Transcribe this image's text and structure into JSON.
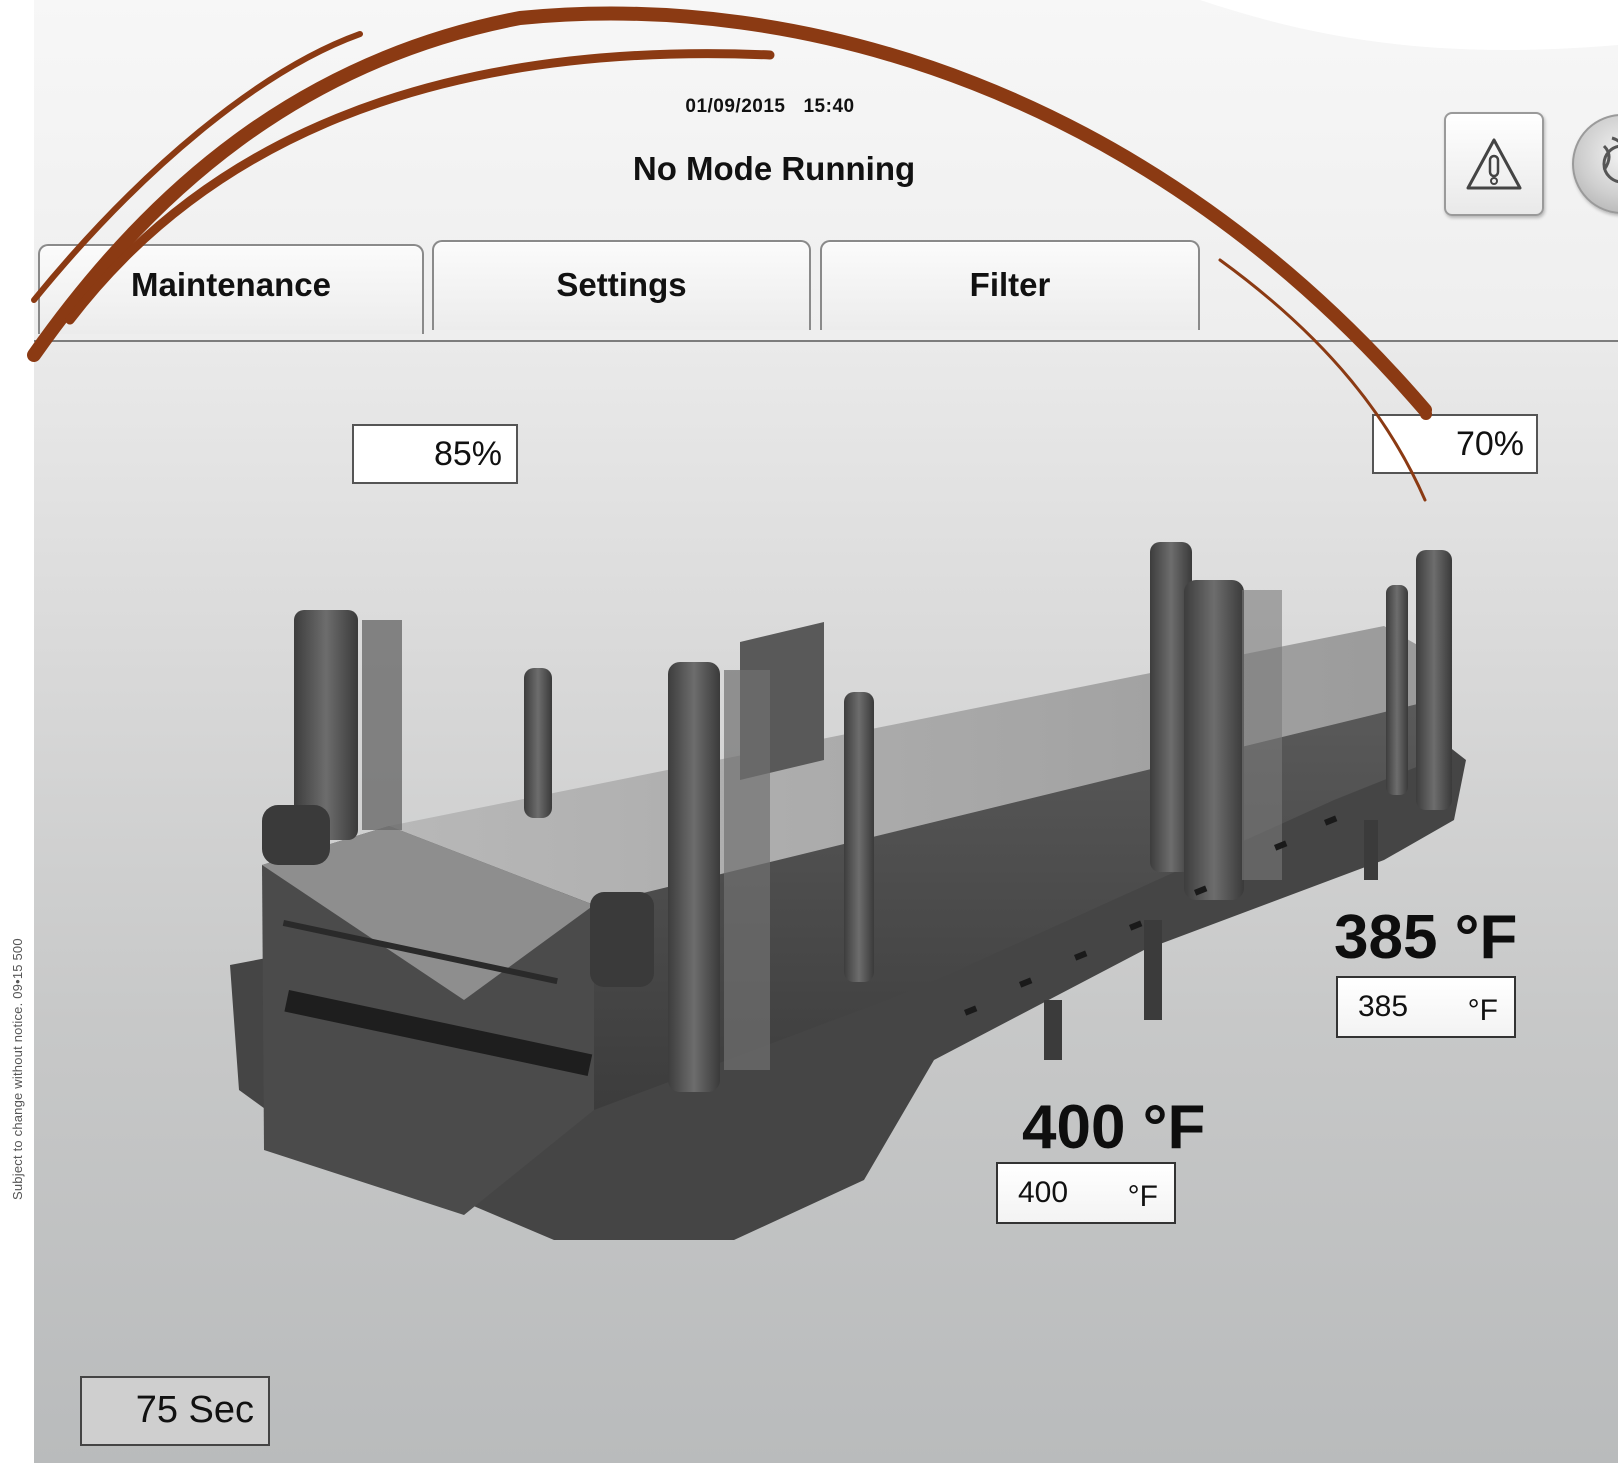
{
  "side_note": "Subject to change without notice.   09•15   500",
  "header": {
    "date": "01/09/2015",
    "time": "15:40",
    "mode": "No Mode Running"
  },
  "tabs": [
    {
      "label": "Maintenance"
    },
    {
      "label": "Settings"
    },
    {
      "label": "Filter"
    }
  ],
  "toolbar": {
    "alarm_icon": "warning-triangle-icon",
    "pump_icon": "pump-icon"
  },
  "readings": {
    "left_percent": "85%",
    "right_percent": "70%",
    "right_zone": {
      "actual": "385 °F",
      "setpoint": "385",
      "unit": "°F"
    },
    "left_zone": {
      "actual": "400 °F",
      "setpoint": "400",
      "unit": "°F"
    },
    "timer": "75 Sec"
  },
  "colors": {
    "accent_swoosh": "#8b3a13"
  }
}
